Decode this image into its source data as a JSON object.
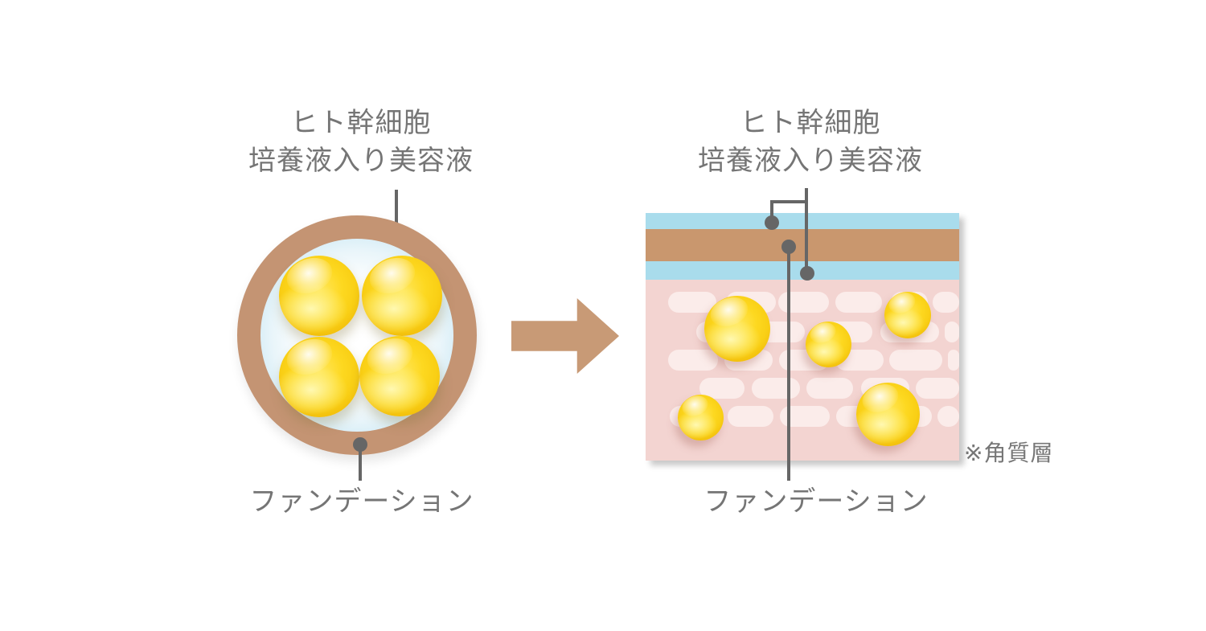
{
  "left_panel": {
    "serum_label_line1": "ヒト幹細胞",
    "serum_label_line2": "培養液入り美容液",
    "foundation_label": "ファンデーション",
    "droplet_count": 4
  },
  "right_panel": {
    "serum_label_line1": "ヒト幹細胞",
    "serum_label_line2": "培養液入り美容液",
    "foundation_label": "ファンデーション",
    "stratum_corneum_note": "※角質層",
    "droplet_count": 5
  },
  "colors": {
    "background": "#ffffff",
    "label_text": "#757575",
    "connector_gray": "#666666",
    "foundation_tan": "#c49473",
    "arrow_tan": "#c89a76",
    "serum_layer_blue": "#a9dcec",
    "capsule_interior_blue": "#b7dfef",
    "skin_pink": "#f3d4d1",
    "skin_cell_pink": "#fbecea",
    "droplet_yellow": "#fdd820"
  }
}
